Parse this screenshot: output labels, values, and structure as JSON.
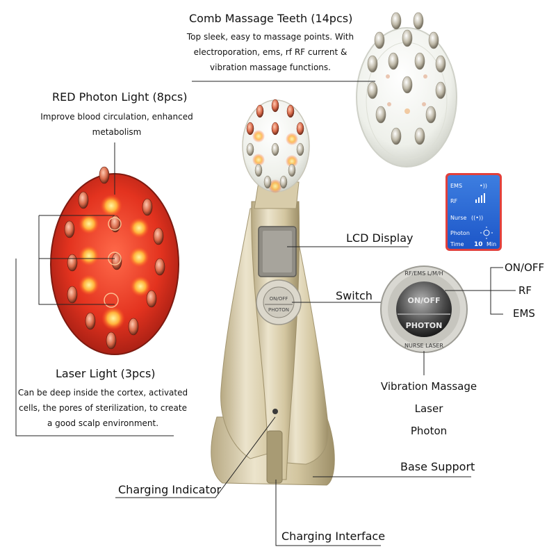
{
  "labels": {
    "comb": {
      "title": "Comb Massage Teeth (14pcs)",
      "desc_lines": [
        "Top sleek, easy to massage points. With",
        "electroporation, ems, rf RF current &",
        "vibration massage functions."
      ]
    },
    "red_photon": {
      "title": "RED Photon Light (8pcs)",
      "desc_lines": [
        "Improve blood circulation, enhanced",
        "metabolism"
      ]
    },
    "lcd": "LCD Display",
    "switch": "Switch",
    "modes": [
      "ON/OFF",
      "RF",
      "EMS"
    ],
    "functions": [
      "Vibration Massage",
      "Laser",
      "Photon"
    ],
    "laser": {
      "title": "Laser Light (3pcs)",
      "desc_lines": [
        "Can be deep inside the cortex, activated",
        "cells, the pores of sterilization, to create",
        "a good scalp environment."
      ]
    },
    "base": "Base Support",
    "charging_indicator": "Charging Indicator",
    "charging_interface": "Charging Interface"
  },
  "lcd_screen": {
    "rows": [
      "EMS",
      "RF",
      "Nurse",
      "Photon"
    ],
    "time_label": "Time",
    "time_value": "10",
    "time_unit": "Min"
  },
  "switch_button": {
    "top": "ON/OFF",
    "bottom": "PHOTON",
    "ring_top": "RF/EMS L/M/H",
    "ring_bottom": "NURSE LASER"
  }
}
